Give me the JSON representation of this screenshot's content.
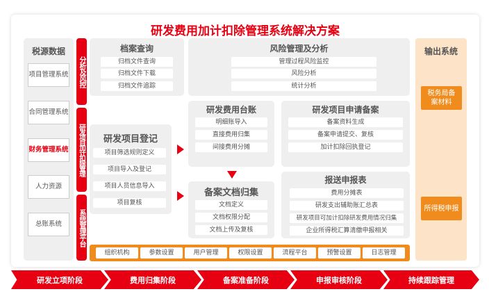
{
  "title": "研发费用加计扣除管理系统解决方案",
  "source": {
    "title": "税源数据",
    "items": [
      "项目管理系统",
      "合同管理系统",
      "财务管理系统",
      "人力资源",
      "总账系统"
    ]
  },
  "vbars": [
    "分析及风控",
    "研发项目加计扣除管理",
    "系统管理平台"
  ],
  "archive": {
    "title": "档案查询",
    "items": [
      "归档文件查询",
      "归档文件下载",
      "归档文件追踪"
    ]
  },
  "risk": {
    "title": "风险管理及分析",
    "items": [
      "管理过程风险监控",
      "风险分析",
      "统计分析"
    ]
  },
  "ledger": {
    "title": "研发费用台账",
    "items": [
      "明细账导入",
      "直接费用归集",
      "间接费用分摊"
    ]
  },
  "filing": {
    "title": "研发项目申请备案",
    "items": [
      "备案资料生成",
      "备案申请提交、复核",
      "加计扣除回执登记"
    ]
  },
  "register": {
    "title": "研发项目登记",
    "items": [
      "项目筛选规则定义",
      "项目导入及登记",
      "项目人员信息导入",
      "项目复核"
    ]
  },
  "docs": {
    "title": "备案文档归集",
    "items": [
      "文档定义",
      "文档权限分配",
      "文档上传及复核"
    ]
  },
  "report": {
    "title": "报送申报表",
    "items": [
      "费用分摊表",
      "研发支出辅助账汇总表",
      "研发项目可加计扣除研发费用情况归集",
      "企业所得税汇算清缴申报相关"
    ]
  },
  "system": [
    "组织机构",
    "参数设置",
    "用户管理",
    "权限设置",
    "流程平台",
    "预警设置",
    "日志管理"
  ],
  "output": {
    "title": "输出系统",
    "items": [
      "税务局备案材料",
      "所得税申报"
    ]
  },
  "stages": [
    "研发立项阶段",
    "费用归集阶段",
    "备案准备阶段",
    "申报审核阶段",
    "持续跟踪管理"
  ]
}
